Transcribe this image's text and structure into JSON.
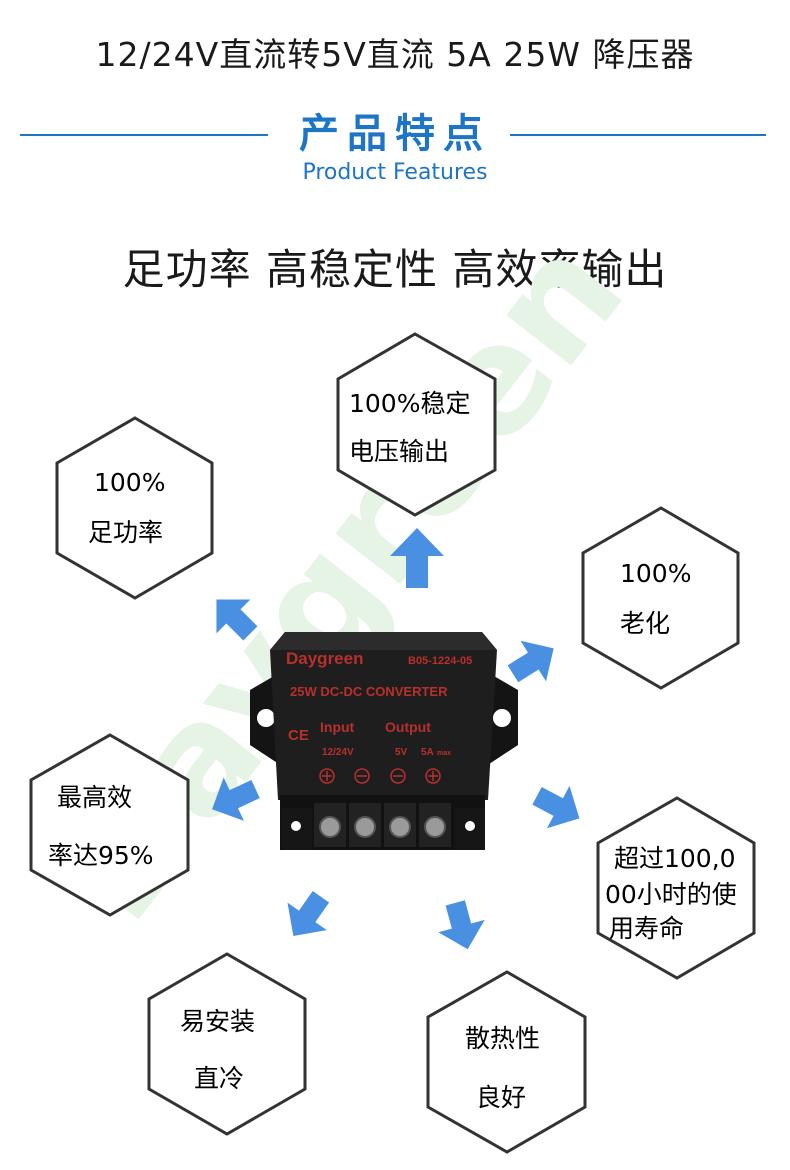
{
  "header": {
    "product_title": "12/24V直流转5V直流 5A 25W 降压器",
    "section_title": "产品特点",
    "section_subtitle": "Product Features"
  },
  "headline": "足功率 高稳定性 高效率输出",
  "watermark": "Daygreen",
  "colors": {
    "accent": "#1f75c5",
    "arrow": "#4a90e2",
    "hex_border": "#333333",
    "device_body": "#1e1e1e",
    "device_text": "#b8302c",
    "watermark": "#e6f4e6"
  },
  "features": [
    {
      "id": "stable-output",
      "lines": [
        "100%稳定",
        "电压输出"
      ]
    },
    {
      "id": "full-power",
      "lines": [
        "100%",
        "足功率"
      ]
    },
    {
      "id": "aging",
      "lines": [
        "100%",
        "老化"
      ]
    },
    {
      "id": "efficiency",
      "lines": [
        "最高效",
        "率达95%"
      ]
    },
    {
      "id": "lifetime",
      "lines": [
        "超过100,0",
        "00小时的使",
        "用寿命"
      ]
    },
    {
      "id": "install",
      "lines": [
        "易安装",
        "直冷"
      ]
    },
    {
      "id": "heat",
      "lines": [
        "散热性",
        "良好"
      ]
    }
  ],
  "device": {
    "brand": "Daygreen",
    "model": "B05-1224-05",
    "type": "25W DC-DC CONVERTER",
    "ce_mark": "CE",
    "input_label": "Input",
    "output_label": "Output",
    "input_voltage": "12/24V",
    "output_voltage": "5V",
    "output_current": "5A",
    "max_label": "max"
  }
}
